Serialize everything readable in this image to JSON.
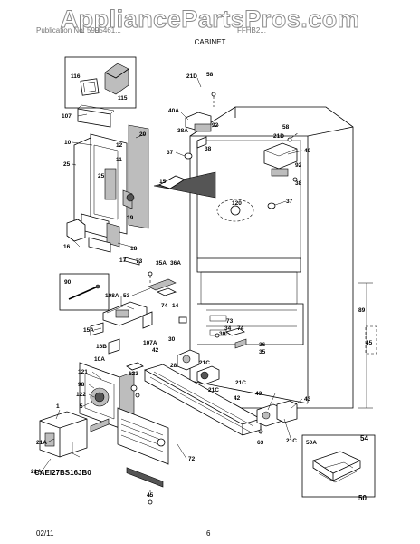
{
  "watermark": "AppliancePartsPros.com",
  "header": {
    "left": "Publication No: 5995461...",
    "right": "FFHB2...",
    "section": "CABINET"
  },
  "footer": {
    "date": "02/11",
    "page": "6"
  },
  "model_code": "CAEI27BS16JB0",
  "labels": {
    "l116": "116",
    "l115": "115",
    "l107": "107",
    "l10": "10",
    "l25": "25",
    "l20": "20",
    "l12": "12",
    "l11": "11",
    "l19": "19",
    "l16": "16",
    "l18": "18",
    "l17": "17",
    "l73a": "73",
    "l35a": "35A",
    "l36a": "36A",
    "l53": "53",
    "l90": "90",
    "l108a": "108A",
    "l15a": "15A",
    "l16b": "16B",
    "l10a": "10A",
    "l121": "121",
    "l98": "98",
    "l122": "122",
    "l5": "5",
    "l1": "1",
    "l21a1": "21A",
    "l21a2": "21A",
    "l123": "123",
    "l72": "72",
    "l45": "45",
    "l107a": "107A",
    "l42a": "42",
    "l30a": "30",
    "l28": "28",
    "l21c1": "21C",
    "l21c2": "21C",
    "l74a": "74",
    "l14": "14",
    "l21d1": "21D",
    "l58a": "58",
    "l40a": "40A",
    "l92a": "92",
    "l38a": "38A",
    "l37a": "37",
    "l38b": "38",
    "l58b": "58",
    "l21d2": "21D",
    "l49": "49",
    "l92b": "92",
    "l37b": "37",
    "l120": "120",
    "l89": "89",
    "l45b": "45",
    "l73b": "73",
    "l34": "34",
    "l74b": "74",
    "l36": "36",
    "l35": "35",
    "l30b": "30",
    "l21c3": "21C",
    "l42b": "42",
    "l43a": "43",
    "l43b": "43",
    "l63": "63",
    "l21c4": "21C",
    "l50a": "50A",
    "l54": "54",
    "l50": "50",
    "l15": "15"
  }
}
